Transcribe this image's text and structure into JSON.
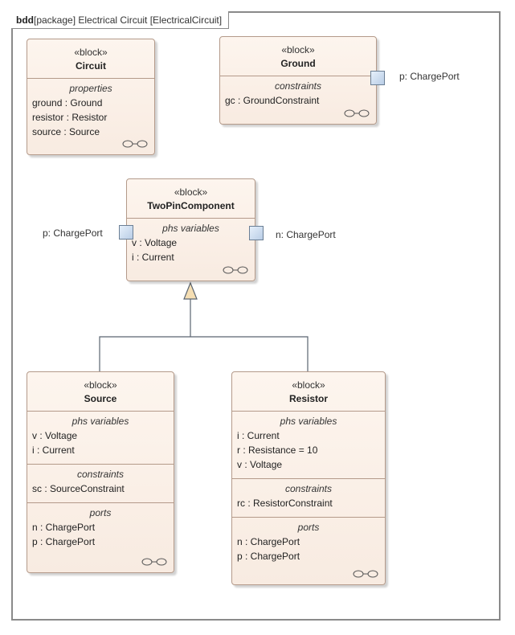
{
  "frame": {
    "kind": "bdd",
    "title": "[package] Electrical Circuit [ElectricalCircuit]"
  },
  "blocks": {
    "circuit": {
      "stereotype": "«block»",
      "name": "Circuit",
      "properties": {
        "title": "properties",
        "rows": [
          "ground : Ground",
          "resistor : Resistor",
          "source : Source"
        ]
      }
    },
    "ground": {
      "stereotype": "«block»",
      "name": "Ground",
      "constraints": {
        "title": "constraints",
        "rows": [
          "gc : GroundConstraint"
        ]
      },
      "port_label": "p: ChargePort"
    },
    "twopin": {
      "stereotype": "«block»",
      "name": "TwoPinComponent",
      "phs": {
        "title": "phs variables",
        "rows": [
          "v : Voltage",
          "i : Current"
        ]
      },
      "port_left_label": "p: ChargePort",
      "port_right_label": "n: ChargePort"
    },
    "source": {
      "stereotype": "«block»",
      "name": "Source",
      "phs": {
        "title": "phs variables",
        "rows": [
          "v : Voltage",
          "i : Current"
        ]
      },
      "constraints": {
        "title": "constraints",
        "rows": [
          "sc : SourceConstraint"
        ]
      },
      "ports": {
        "title": "ports",
        "rows": [
          "n : ChargePort",
          "p : ChargePort"
        ]
      }
    },
    "resistor": {
      "stereotype": "«block»",
      "name": "Resistor",
      "phs": {
        "title": "phs variables",
        "rows": [
          "i : Current",
          "r : Resistance = 10",
          "v : Voltage"
        ]
      },
      "constraints": {
        "title": "constraints",
        "rows": [
          "rc : ResistorConstraint"
        ]
      },
      "ports": {
        "title": "ports",
        "rows": [
          "n : ChargePort",
          "p : ChargePort"
        ]
      }
    }
  },
  "colors": {
    "block_fill": "#fdf5ee",
    "block_border": "#b49a8a",
    "port_fill": "#c9dbef",
    "generalization_arrow": "#f5deb3",
    "frame_border": "#8a8a8a"
  },
  "icons": [
    "glasses-icon",
    "port-icon",
    "generalization-arrow"
  ]
}
